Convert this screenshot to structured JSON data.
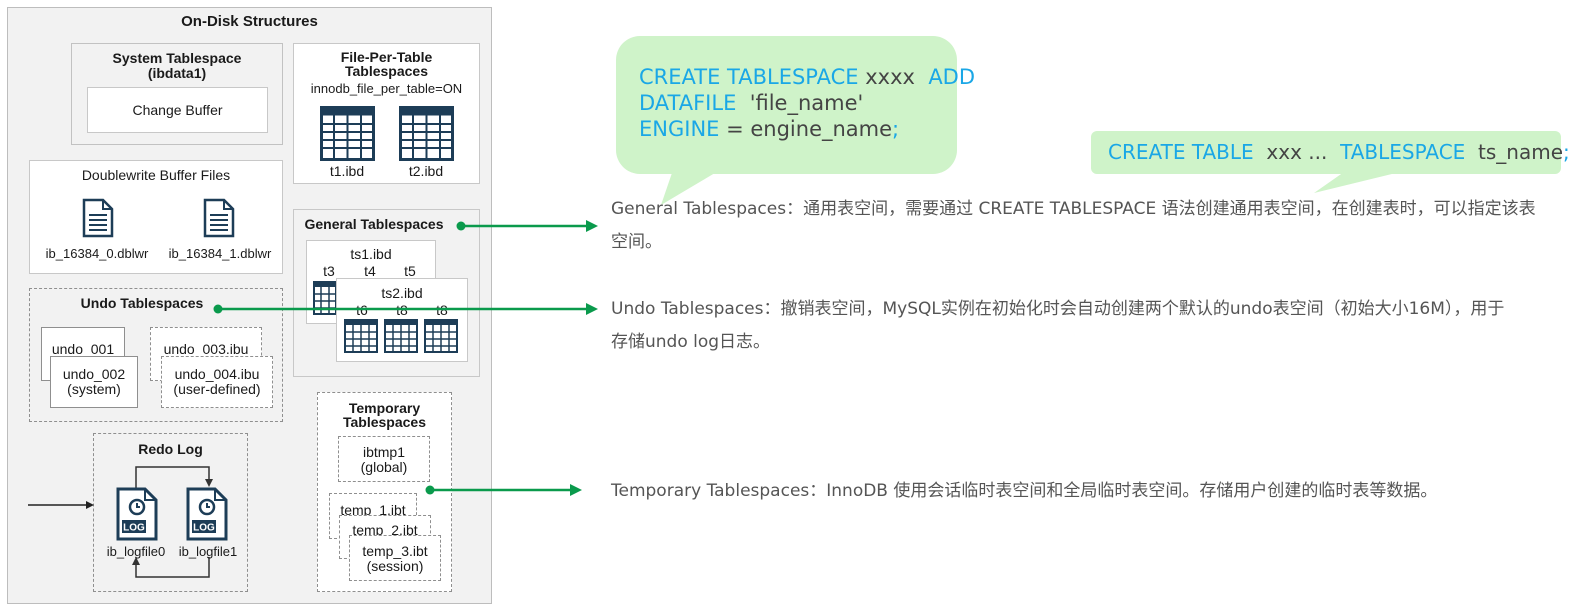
{
  "diagram": {
    "title": "On-Disk Structures",
    "system_tablespace": {
      "title": "System Tablespace",
      "subtitle": "(ibdata1)",
      "change_buffer": "Change Buffer"
    },
    "file_per_table": {
      "title_line1": "File-Per-Table",
      "title_line2": "Tablespaces",
      "setting": "innodb_file_per_table=ON",
      "files": [
        "t1.ibd",
        "t2.ibd"
      ]
    },
    "doublewrite": {
      "title": "Doublewrite Buffer Files",
      "files": [
        "ib_16384_0.dblwr",
        "ib_16384_1.dblwr"
      ]
    },
    "general_tablespaces": {
      "title": "General Tablespaces",
      "ts1": "ts1.ibd",
      "ts1_tables": [
        "t3",
        "t4",
        "t5"
      ],
      "ts2": "ts2.ibd",
      "ts2_tables": [
        "t6",
        "t8",
        "t8"
      ]
    },
    "undo_tablespaces": {
      "title": "Undo Tablespaces",
      "undo_001": "undo_001",
      "undo_002": "undo_002",
      "undo_002_sub": "(system)",
      "undo_003": "undo_003.ibu",
      "undo_004": "undo_004.ibu",
      "undo_004_sub": "(user-defined)"
    },
    "temporary_tablespaces": {
      "title_line1": "Temporary",
      "title_line2": "Tablespaces",
      "ibtmp1": "ibtmp1",
      "ibtmp1_sub": "(global)",
      "temp_1": "temp_1.ibt",
      "temp_2": "temp_2.ibt",
      "temp_3": "temp_3.ibt",
      "temp_3_sub": "(session)"
    },
    "redo_log": {
      "title": "Redo Log",
      "files": [
        "ib_logfile0",
        "ib_logfile1"
      ],
      "icon_text": "LOG"
    }
  },
  "bubbles": {
    "create_tablespace": {
      "line1_keyword1": "CREATE TABLESPACE",
      "line1_name": "xxxx",
      "line1_keyword2": "ADD",
      "line2_keyword": "DATAFILE",
      "line2_value": "'file_name'",
      "line3_keyword": "ENGINE",
      "line3_eq": " = engine_name",
      "line3_semi": ";"
    },
    "create_table": {
      "keyword1": "CREATE  TABLE",
      "name": "xxx ...",
      "keyword2": "TABLESPACE",
      "value": "ts_name",
      "semi": ";"
    }
  },
  "descriptions": {
    "general": "General Tablespaces：通用表空间，需要通过 CREATE  TABLESPACE 语法创建通用表空间，在创建表时，可以指定该表空间。",
    "undo": "Undo Tablespaces：撤销表空间，MySQL实例在初始化时会自动创建两个默认的undo表空间（初始大小16M），用于存储undo log日志。",
    "temporary": "Temporary Tablespaces：InnoDB 使用会话临时表空间和全局临时表空间。存储用户创建的临时表等数据。"
  },
  "colors": {
    "arrow": "#0a9a4c",
    "bubble_bg": "#cff3c9",
    "code_keyword": "#1aa7e6",
    "code_text": "#444444",
    "description_text": "#555555",
    "icon_dark": "#1d3d57"
  }
}
